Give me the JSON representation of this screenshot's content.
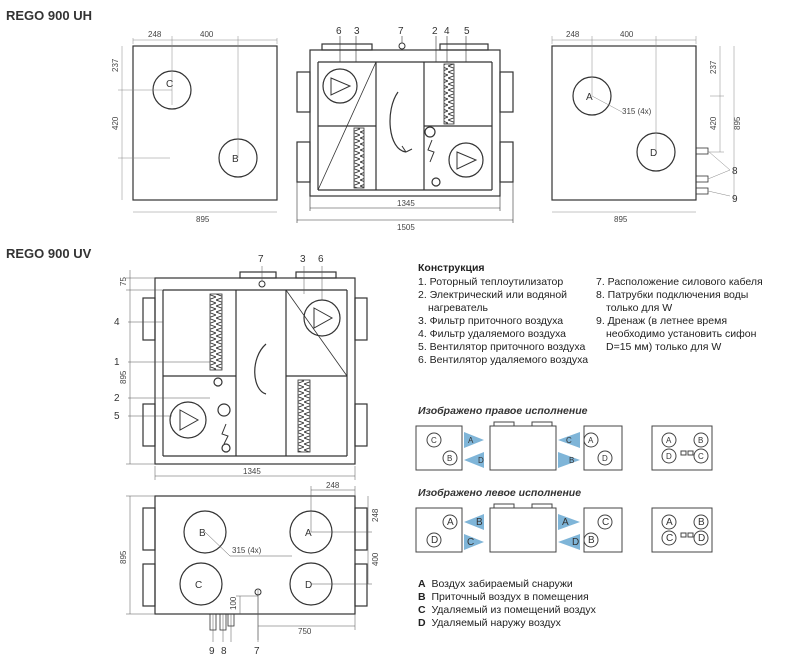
{
  "titles": {
    "uh": "REGO 900 UH",
    "uv": "REGO 900 UV"
  },
  "dims": {
    "d248": "248",
    "d400": "400",
    "d237": "237",
    "d420": "420",
    "d895": "895",
    "d1345": "1345",
    "d1505": "1505",
    "d315": "315 (4x)",
    "d75": "75",
    "d750": "750",
    "d100": "100"
  },
  "callouts": {
    "n1": "1",
    "n2": "2",
    "n3": "3",
    "n4": "4",
    "n5": "5",
    "n6": "6",
    "n7": "7",
    "n8": "8",
    "n9": "9"
  },
  "ports": {
    "a": "A",
    "b": "B",
    "c": "C",
    "d": "D"
  },
  "construction": {
    "heading": "Конструкция",
    "left": [
      "1. Роторный теплоутилизатор",
      "2. Электрический или водяной",
      "    нагреватель",
      "3. Фильтр приточного воздуха",
      "4. Фильтр удаляемого воздуха",
      "5. Вентилятор приточного воздуха",
      "6. Вентилятор удаляемого воздуха"
    ],
    "right": [
      "7. Расположение силового кабеля",
      "8. Патрубки подключения воды",
      "    только для W",
      "9. Дренаж (в летнее время",
      "    необходимо установить сифон",
      "    D=15 мм) только для W"
    ]
  },
  "variants": {
    "right": "Изображено правое исполнение",
    "left": "Изображено левое исполнение"
  },
  "air_legend": [
    {
      "key": "A",
      "text": "Воздух забираемый снаружи"
    },
    {
      "key": "B",
      "text": "Приточный воздух в помещения"
    },
    {
      "key": "C",
      "text": "Удаляемый из помещений воздух"
    },
    {
      "key": "D",
      "text": "Удаляемый наружу воздух"
    }
  ],
  "colors": {
    "arrow": "#7fb5d8",
    "line": "#333333",
    "light": "#999999"
  }
}
